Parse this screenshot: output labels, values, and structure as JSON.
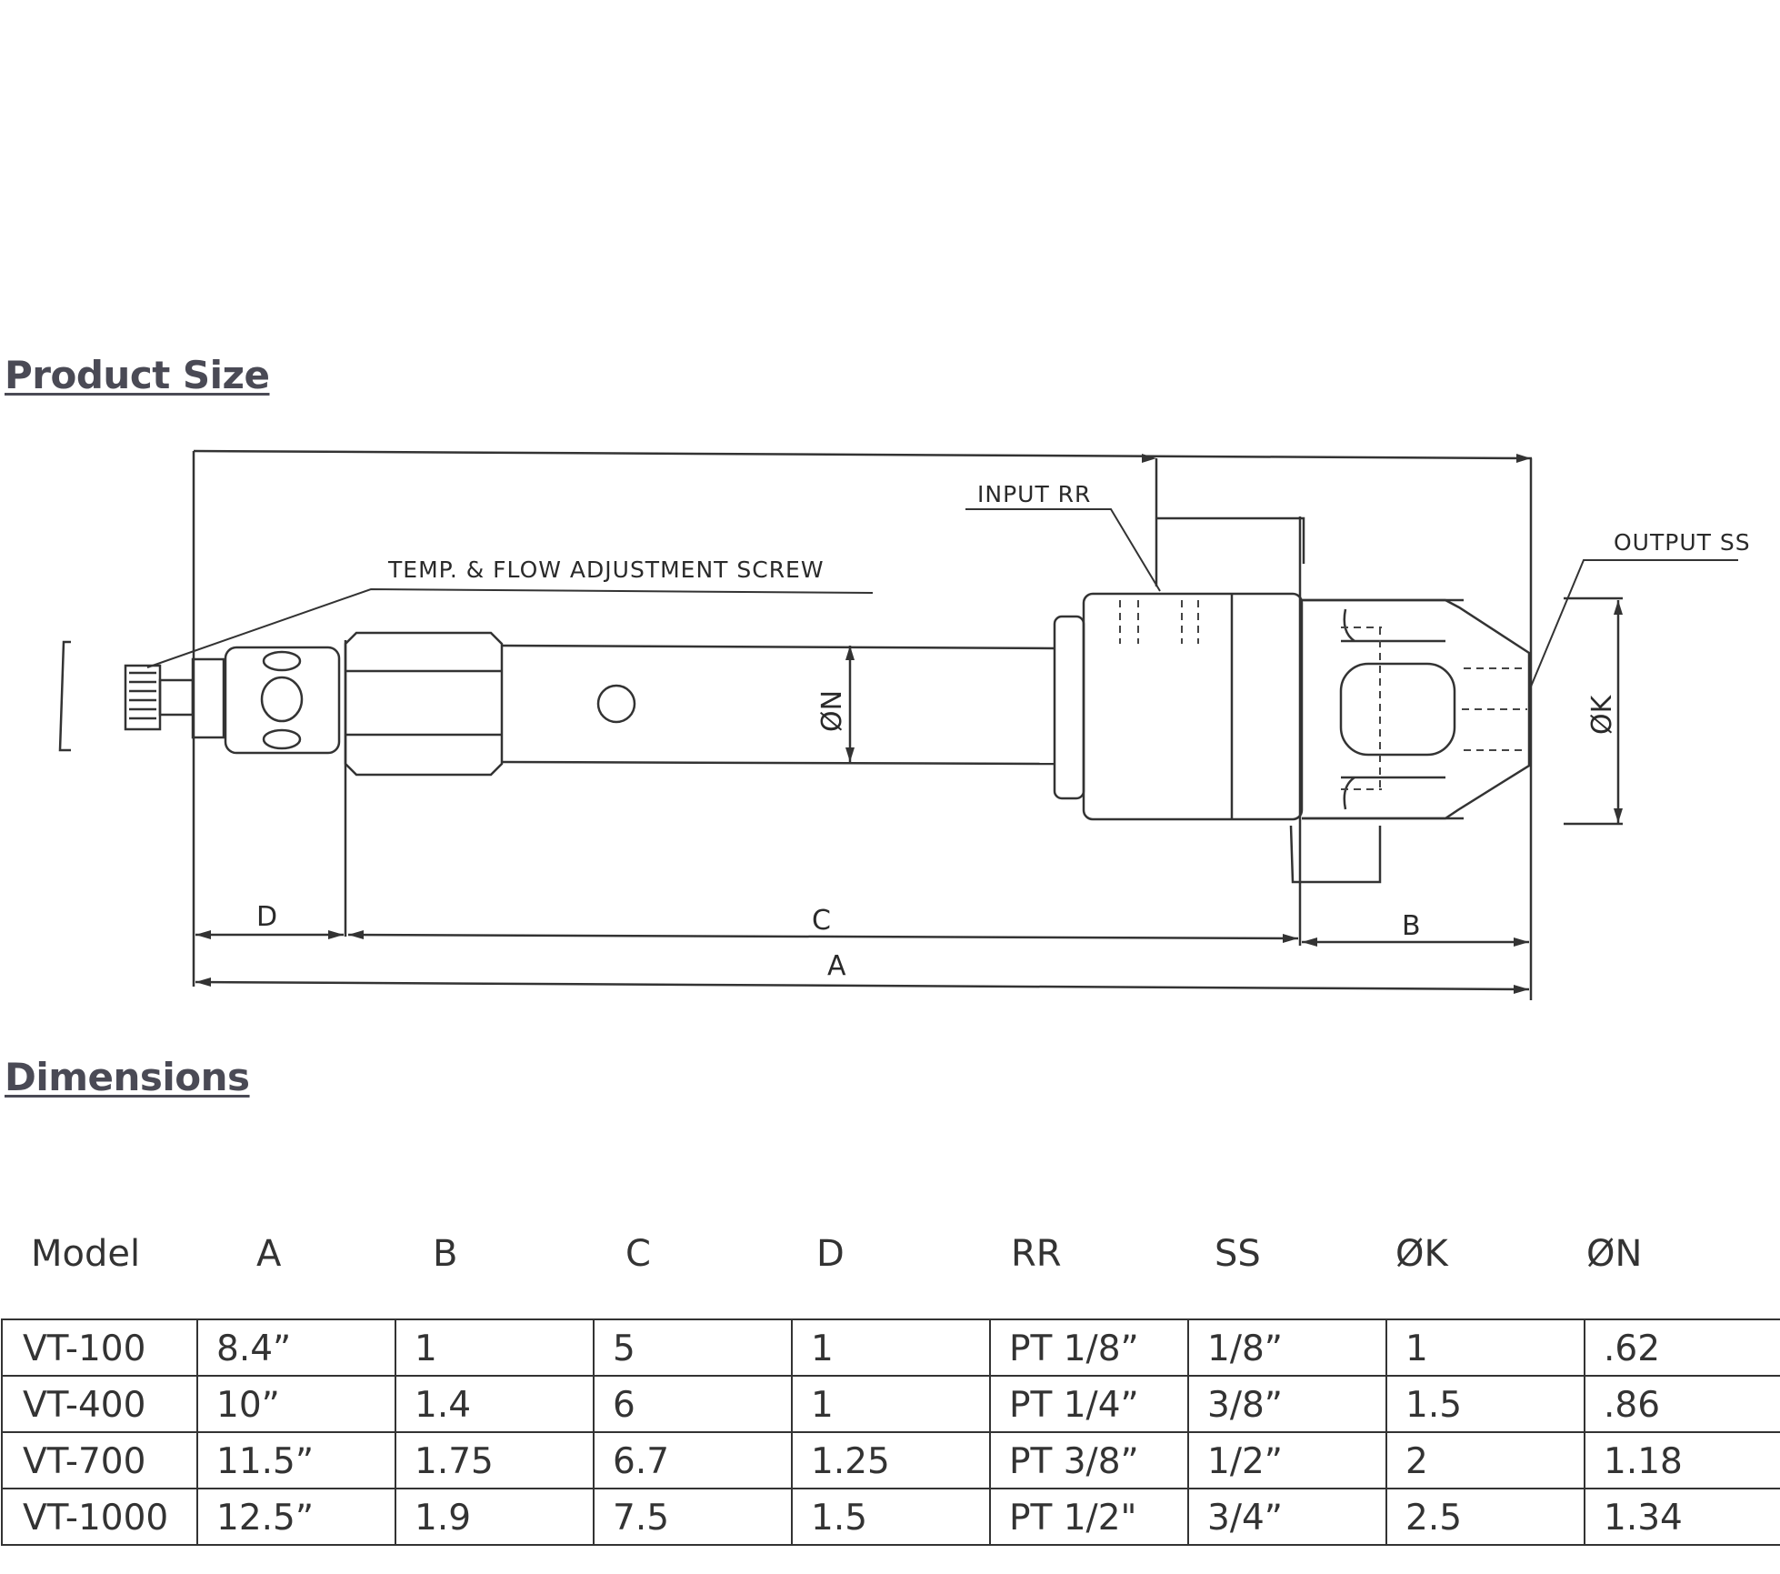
{
  "sections": {
    "product_size": "Product Size",
    "dimensions": "Dimensions"
  },
  "drawing": {
    "labels": {
      "adjust_screw": "TEMP. & FLOW ADJUSTMENT SCREW",
      "input": "INPUT RR",
      "output": "OUTPUT SS",
      "dim_a": "A",
      "dim_b": "B",
      "dim_c": "C",
      "dim_d": "D",
      "dim_n": "ØN",
      "dim_k": "ØK"
    }
  },
  "table": {
    "headers": [
      "Model",
      "A",
      "B",
      "C",
      "D",
      "RR",
      "SS",
      "ØK",
      "ØN"
    ],
    "rows": [
      [
        "VT-100",
        "8.4”",
        "1",
        "5",
        "1",
        "PT 1/8”",
        "1/8”",
        "1",
        ".62"
      ],
      [
        "VT-400",
        "10”",
        "1.4",
        "6",
        "1",
        "PT 1/4”",
        "3/8”",
        "1.5",
        ".86"
      ],
      [
        "VT-700",
        "11.5”",
        "1.75",
        "6.7",
        "1.25",
        "PT 3/8”",
        "1/2”",
        "2",
        "1.18"
      ],
      [
        "VT-1000",
        "12.5”",
        "1.9",
        "7.5",
        "1.5",
        "PT 1/2\"",
        "3/4”",
        "2.5",
        "1.34"
      ]
    ]
  }
}
